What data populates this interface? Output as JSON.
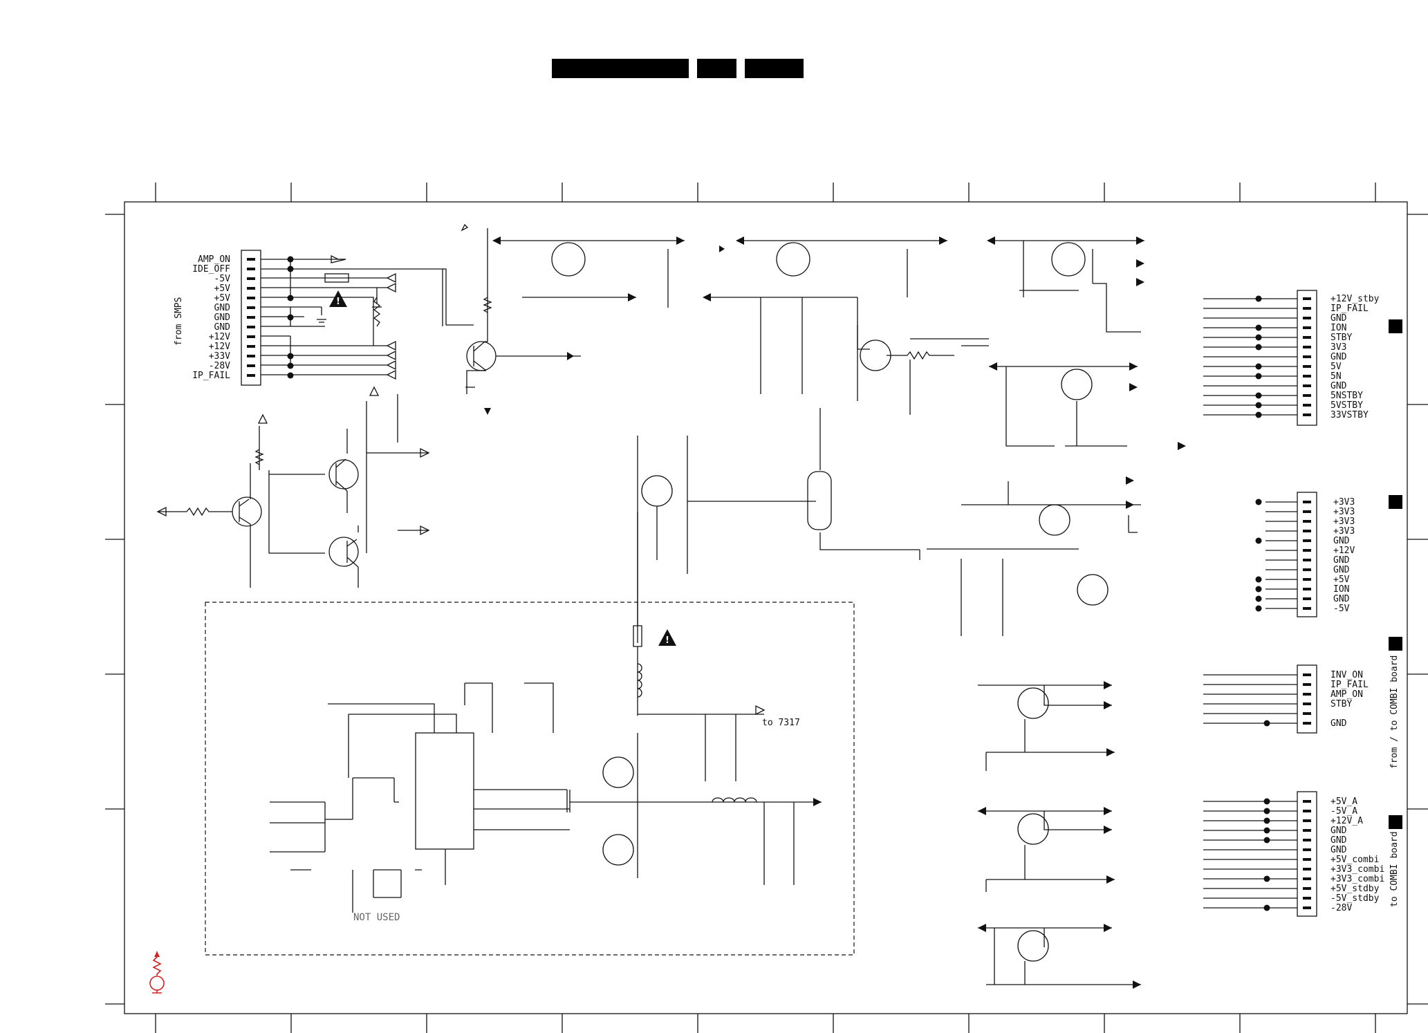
{
  "header_blocks": [
    "",
    "",
    ""
  ],
  "connector_smps": {
    "side_label": "from SMPS",
    "pins": [
      "AMP_ON",
      "IDE_OFF",
      "-5V",
      "+5V",
      "+5V",
      "GND",
      "GND",
      "GND",
      "+12V",
      "+12V",
      "+33V",
      "-28V",
      "IP_FAIL"
    ]
  },
  "connector_a": {
    "pins": [
      "+12V_stby",
      "IP_FAIL",
      "GND",
      "ION",
      "STBY",
      "3V3",
      "GND",
      "5V",
      "5N",
      "GND",
      "5NSTBY",
      "5VSTBY",
      "33VSTBY"
    ]
  },
  "connector_b": {
    "pins": [
      "+3V3",
      "+3V3",
      "+3V3",
      "+3V3",
      "GND",
      "+12V",
      "GND",
      "GND",
      "+5V",
      "ION",
      "GND",
      "-5V"
    ]
  },
  "connector_c": {
    "side_label": "from / to COMBI board",
    "pins": [
      "INV_ON",
      "IP_FAIL",
      "AMP_ON",
      "STBY",
      "",
      "GND"
    ]
  },
  "connector_d": {
    "side_label": "to COMBI board",
    "pins": [
      "+5V_A",
      "-5V_A",
      "+12V_A",
      "GND",
      "GND",
      "GND",
      "+5V_combi",
      "+3V3_combi",
      "+3V3_combi",
      "+5V_stdby",
      "-5V_stdby",
      "-28V"
    ]
  },
  "annotations": {
    "to_7317": "to 7317",
    "not_used": "NOT USED"
  },
  "colors": {
    "ink": "#111111",
    "esd_symbol": "#d42020"
  },
  "icons": [
    "warning-triangle-icon",
    "esd-symbol-icon"
  ]
}
